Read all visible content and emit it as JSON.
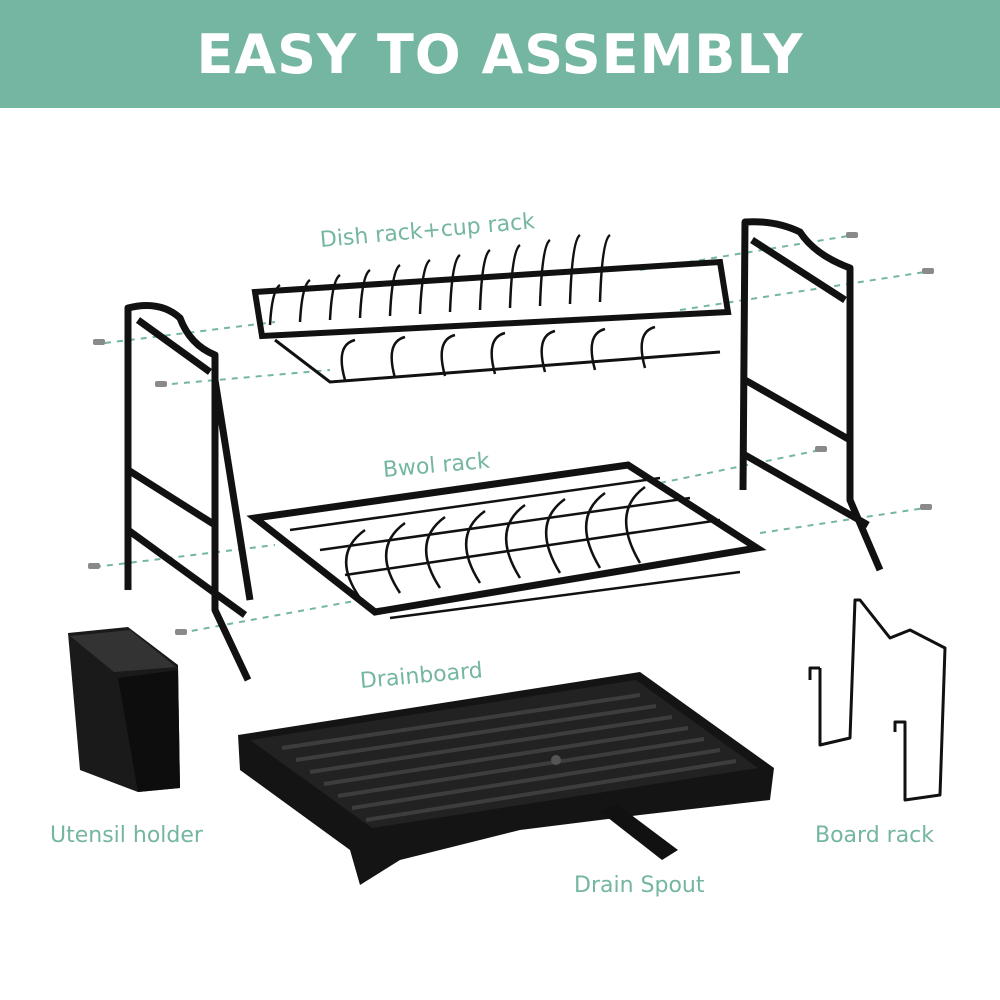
{
  "banner": {
    "title": "EASY TO ASSEMBLY"
  },
  "labels": {
    "dish_rack": "Dish rack+cup rack",
    "bowl_rack": "Bwol rack",
    "drainboard": "Drainboard",
    "utensil_holder": "Utensil holder",
    "board_rack": "Board rack",
    "drain_spout": "Drain Spout"
  },
  "colors": {
    "accent": "#74b6a2",
    "product": "#111111",
    "guide_line": "#74b6a2",
    "screw": "#8a8a8a"
  }
}
